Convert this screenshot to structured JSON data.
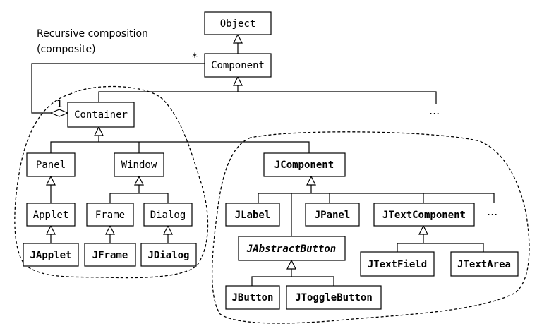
{
  "annotations": {
    "composition_line1": "Recursive composition",
    "composition_line2": "(composite)",
    "multiplicity_many": "*",
    "multiplicity_one": "1"
  },
  "classes": {
    "object": "Object",
    "component": "Component",
    "container": "Container",
    "panel": "Panel",
    "window": "Window",
    "applet": "Applet",
    "frame": "Frame",
    "dialog": "Dialog",
    "japplet": "JApplet",
    "jframe": "JFrame",
    "jdialog": "JDialog",
    "jcomponent": "JComponent",
    "jlabel": "JLabel",
    "jpanel": "JPanel",
    "jtextcomponent": "JTextComponent",
    "jabstractbutton": "JAbstractButton",
    "jtextfield": "JTextField",
    "jtextarea": "JTextArea",
    "jbutton": "JButton",
    "jtogglebutton": "JToggleButton"
  },
  "ellipses": {
    "component_more": "...",
    "jcomponent_more": "..."
  }
}
